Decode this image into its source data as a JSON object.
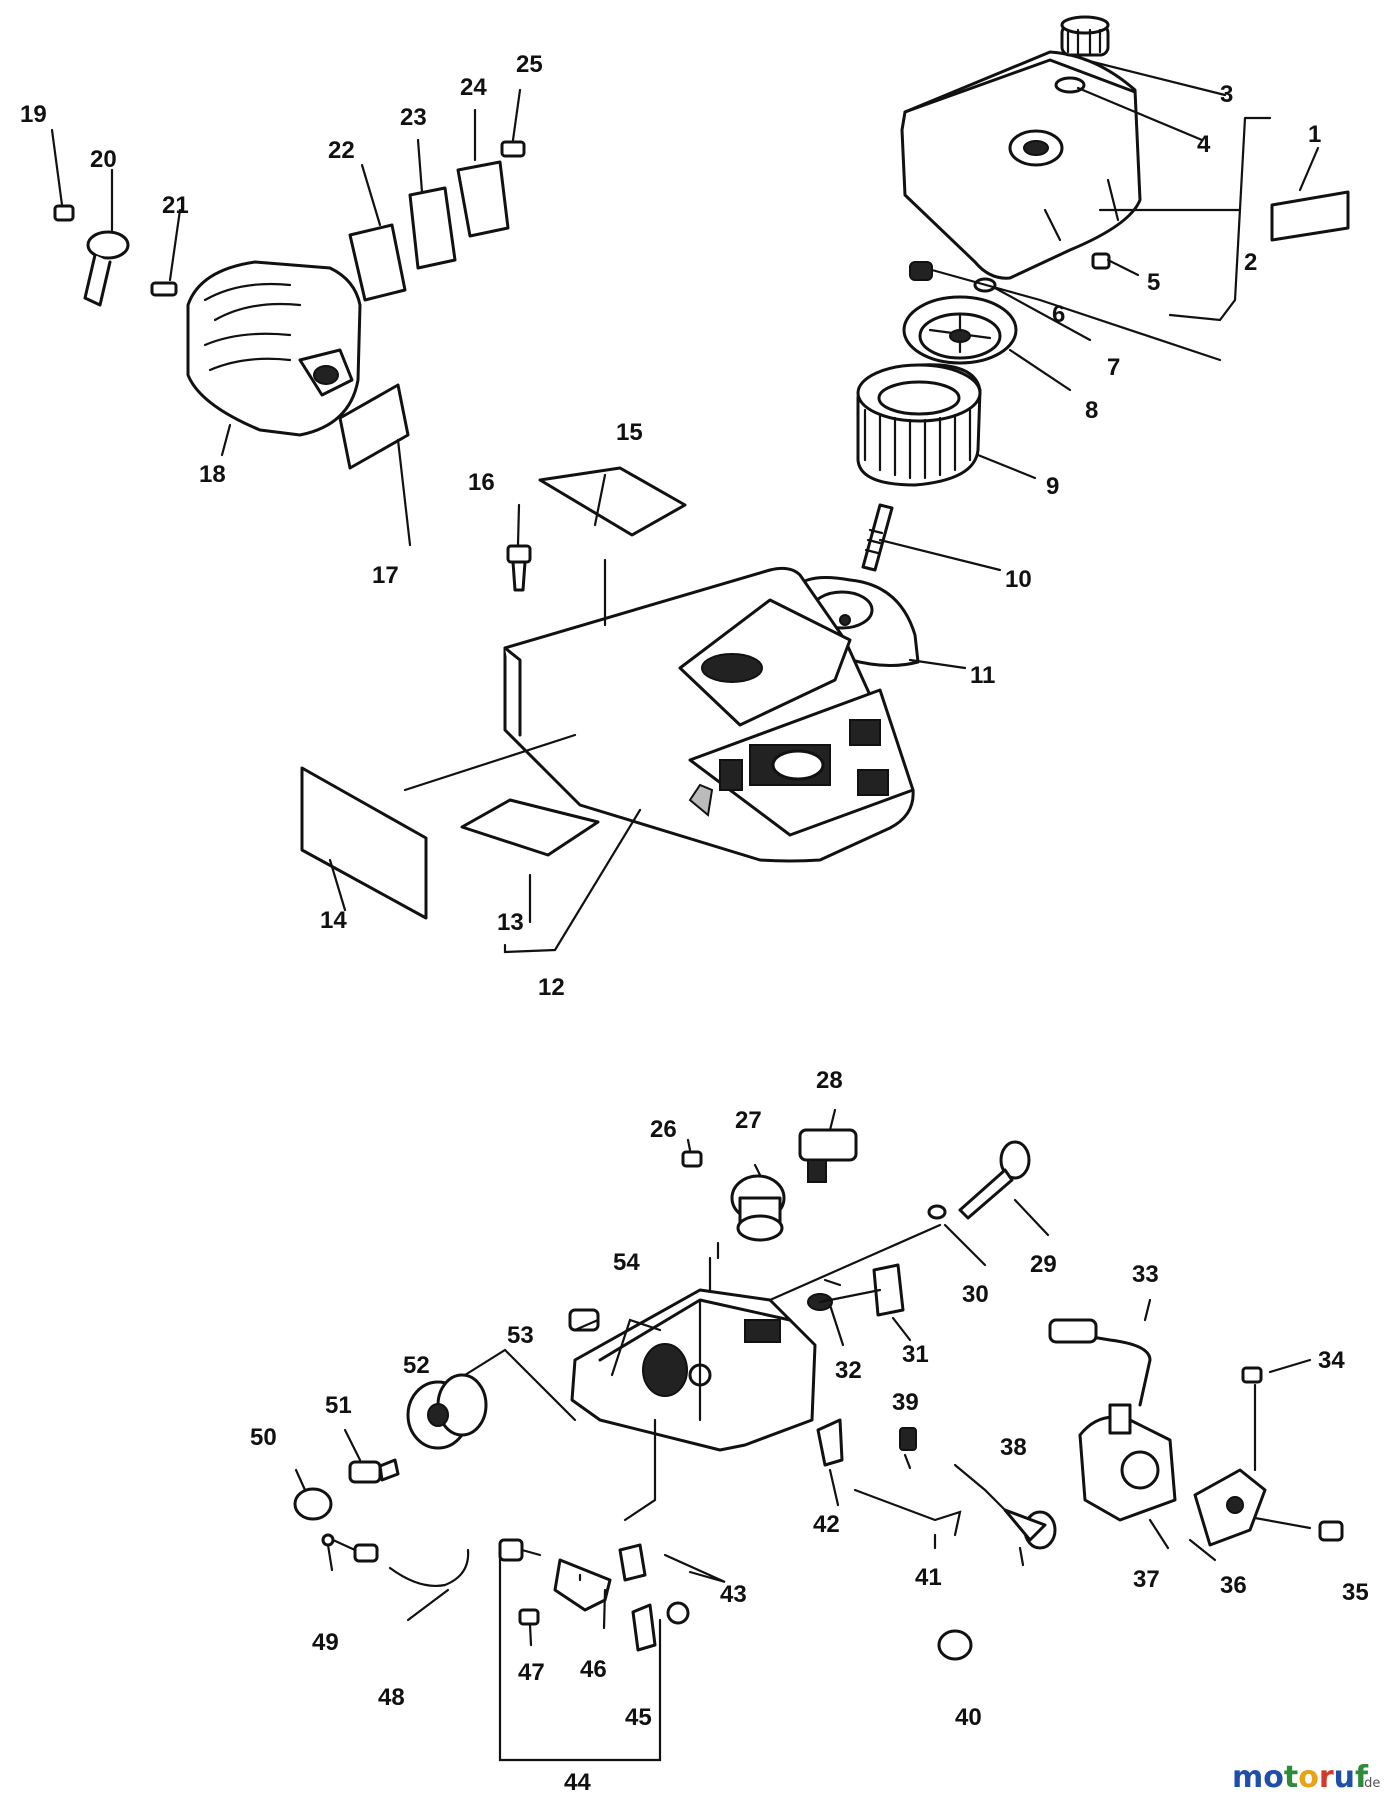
{
  "callouts": [
    "1",
    "2",
    "3",
    "4",
    "5",
    "6",
    "7",
    "8",
    "9",
    "10",
    "11",
    "12",
    "13",
    "14",
    "15",
    "16",
    "17",
    "18",
    "19",
    "20",
    "21",
    "22",
    "23",
    "24",
    "25",
    "26",
    "27",
    "28",
    "29",
    "30",
    "31",
    "32",
    "33",
    "34",
    "35",
    "36",
    "37",
    "38",
    "39",
    "40",
    "41",
    "42",
    "43",
    "44",
    "45",
    "46",
    "47",
    "48",
    "49",
    "50",
    "51",
    "52",
    "53",
    "54"
  ],
  "watermark": {
    "letters": [
      "m",
      "o",
      "t",
      "o",
      "r",
      "u",
      "f"
    ],
    "letter_colors": [
      "#1f4fa8",
      "#1f4fa8",
      "#2e8b3a",
      "#e8a317",
      "#d23a2a",
      "#1f4fa8",
      "#2e8b3a"
    ],
    "suffix": ".de"
  }
}
